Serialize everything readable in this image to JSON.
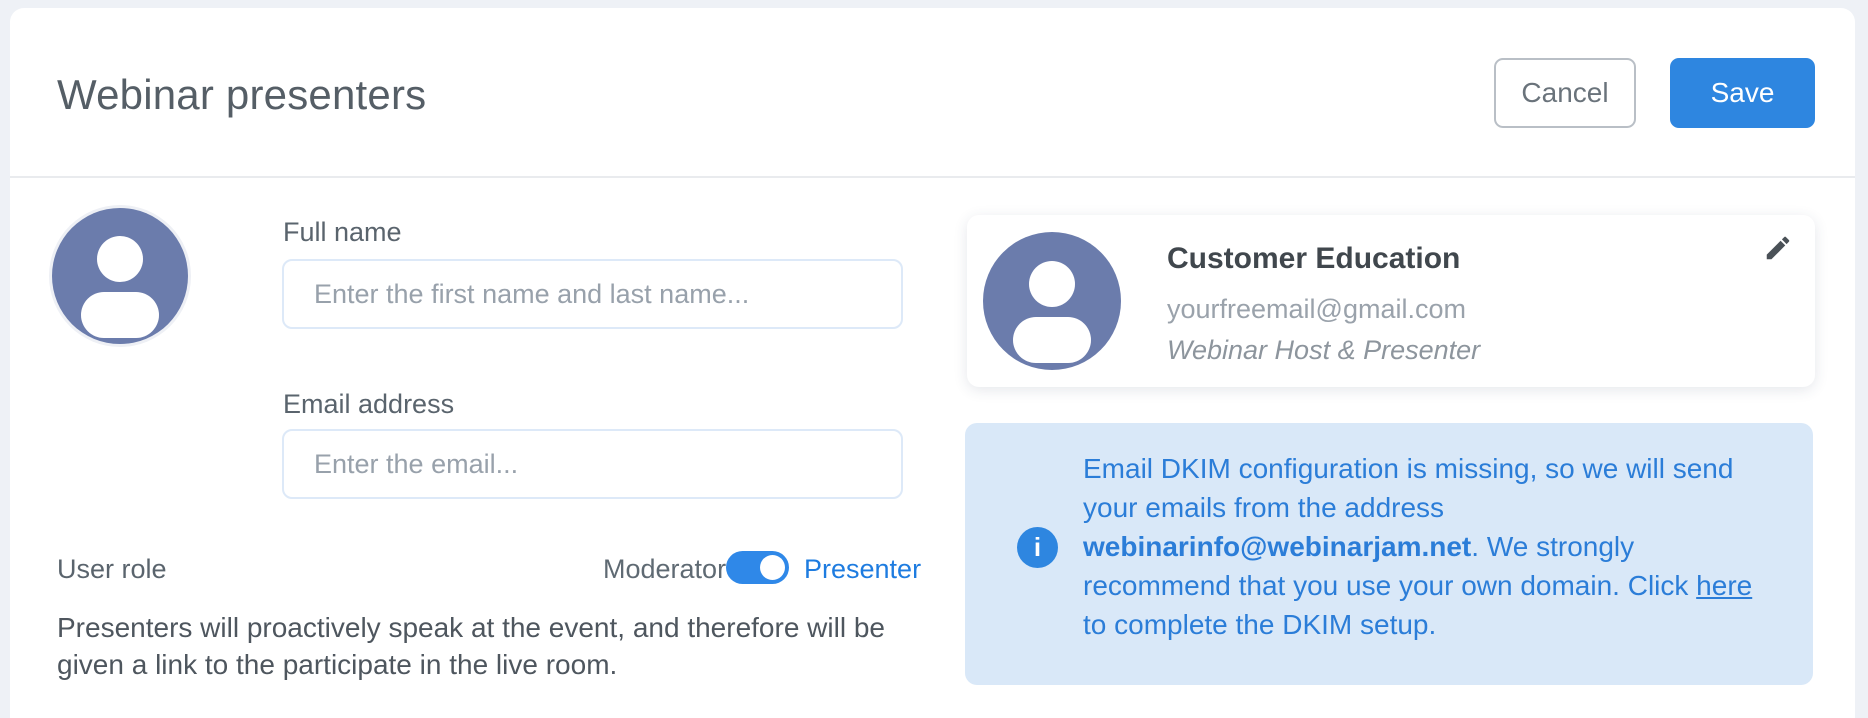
{
  "header": {
    "title": "Webinar presenters",
    "cancel_label": "Cancel",
    "save_label": "Save"
  },
  "form": {
    "full_name": {
      "label": "Full name",
      "value": "",
      "placeholder": "Enter the first name and last name..."
    },
    "email": {
      "label": "Email address",
      "value": "",
      "placeholder": "Enter the email..."
    },
    "user_role": {
      "label": "User role",
      "left_option": "Moderator",
      "right_option": "Presenter",
      "selected": "Presenter",
      "toggle_state": "on"
    },
    "role_description": "Presenters will proactively speak at the event, and therefore will be given a link to the participate in the live room."
  },
  "profile_card": {
    "name": "Customer Education",
    "email": "yourfreemail@gmail.com",
    "role": "Webinar Host & Presenter"
  },
  "info_box": {
    "message_segments": [
      {
        "text": "Email DKIM configuration is missing, so we will send your emails from the address ",
        "style": "normal"
      },
      {
        "text": "webinarinfo@webinarjam.net",
        "style": "bold"
      },
      {
        "text": ". We strongly recommend that you use your own domain. Click ",
        "style": "normal"
      },
      {
        "text": "here",
        "style": "link"
      },
      {
        "text": " to complete the DKIM setup.",
        "style": "normal"
      }
    ]
  },
  "icons": {
    "person": "person-icon",
    "edit": "edit-pencil-icon",
    "info": "info-icon",
    "info_glyph": "i"
  },
  "colors": {
    "accent_blue": "#2e86e0",
    "toggle_blue": "#2f88e8",
    "avatar_fill": "#6b7cac",
    "info_box_bg": "#d9e8f8",
    "info_text": "#2b7dd8",
    "page_bg": "#eef1f6"
  }
}
